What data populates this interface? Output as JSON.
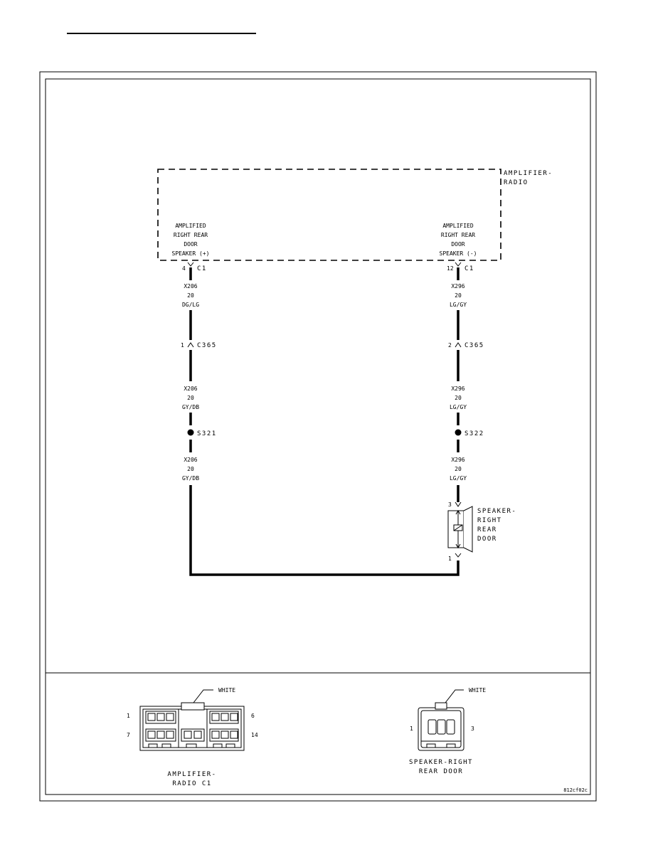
{
  "module": {
    "label_line1": "AMPLIFIER-",
    "label_line2": "RADIO"
  },
  "pins": {
    "left": [
      "AMPLIFIED",
      "RIGHT REAR",
      "DOOR",
      "SPEAKER (+)"
    ],
    "right": [
      "AMPLIFIED",
      "RIGHT REAR",
      "DOOR",
      "SPEAKER (-)"
    ]
  },
  "connectors": {
    "c1_left_cavity": "4",
    "c1_right_cavity": "12",
    "c1_name": "C1",
    "c365_left_cavity": "1",
    "c365_right_cavity": "2",
    "c365_name": "C365"
  },
  "wires": {
    "left_seg1": [
      "X206",
      "20",
      "DG/LG"
    ],
    "left_seg2": [
      "X206",
      "20",
      "GY/DB"
    ],
    "left_seg3": [
      "X206",
      "20",
      "GY/DB"
    ],
    "right_seg1": [
      "X296",
      "20",
      "LG/GY"
    ],
    "right_seg2": [
      "X296",
      "20",
      "LG/GY"
    ],
    "right_seg3": [
      "X296",
      "20",
      "LG/GY"
    ]
  },
  "splices": {
    "left": "S321",
    "right": "S322"
  },
  "speaker": {
    "pin_top": "3",
    "pin_bottom": "1",
    "label": [
      "SPEAKER-",
      "RIGHT",
      "REAR",
      "DOOR"
    ]
  },
  "connector_views": {
    "amp": {
      "color_label": "WHITE",
      "pin_1": "1",
      "pin_6": "6",
      "pin_7": "7",
      "pin_14": "14",
      "title_line1": "AMPLIFIER-",
      "title_line2": "RADIO C1"
    },
    "speaker": {
      "color_label": "WHITE",
      "pin_1": "1",
      "pin_3": "3",
      "title_line1": "SPEAKER-RIGHT",
      "title_line2": "REAR DOOR"
    }
  },
  "figure_code": "812cf02c"
}
